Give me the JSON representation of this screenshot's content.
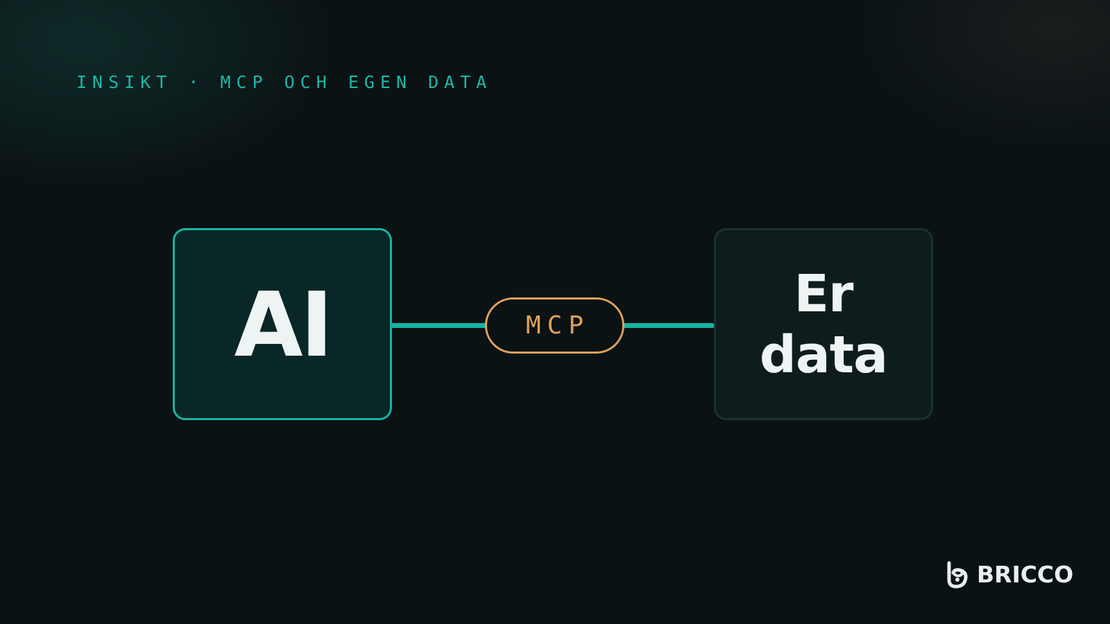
{
  "header": {
    "eyebrow": "INSIKT · MCP OCH EGEN DATA"
  },
  "diagram": {
    "left_node": {
      "label": "AI"
    },
    "connector": {
      "label": "MCP"
    },
    "right_node": {
      "line1": "Er",
      "line2": "data"
    }
  },
  "brand": {
    "name": "BRICCO",
    "icon": "bricco-logo-icon"
  },
  "colors": {
    "background": "#0b1214",
    "accent_teal": "#18b4a3",
    "accent_orange": "#e0a25a",
    "text_light": "#eef4f3"
  }
}
